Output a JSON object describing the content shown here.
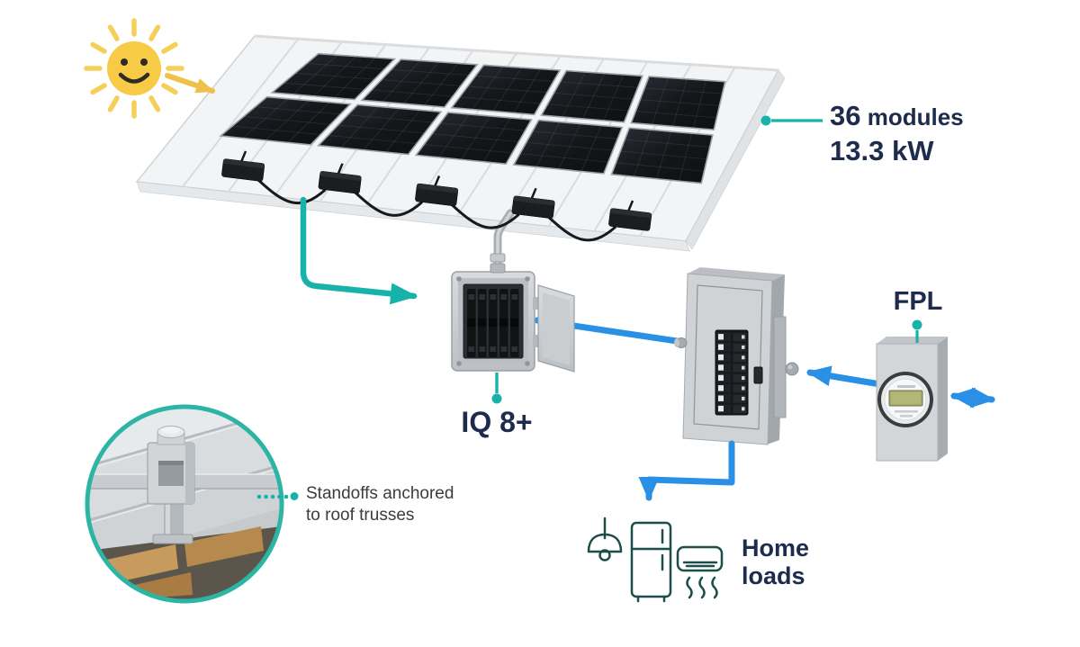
{
  "array_callout": {
    "count": "36",
    "count_unit": "modules",
    "capacity": "13.3 kW"
  },
  "combiner_label": "IQ 8+",
  "utility_label": "FPL",
  "home_loads": {
    "line1": "Home",
    "line2": "loads"
  },
  "standoffs_note": {
    "line1": "Standoffs anchored",
    "line2": "to roof trusses"
  },
  "icons": {
    "sun": "sun-smiley-icon",
    "lamp": "pendant-lamp-icon",
    "fridge": "refrigerator-icon",
    "ac": "air-conditioner-icon"
  },
  "flows": [
    {
      "from": "solar-array",
      "to": "combiner-box",
      "color_name": "teal"
    },
    {
      "from": "combiner-box",
      "to": "load-center",
      "color_name": "blue"
    },
    {
      "from": "utility-meter",
      "to": "load-center",
      "color_name": "blue"
    },
    {
      "from": "utility-meter",
      "to": "grid",
      "color_name": "blue",
      "bidirectional": true
    },
    {
      "from": "load-center",
      "to": "home-loads",
      "color_name": "blue"
    }
  ],
  "colors": {
    "navy_text": "#1d2b4c",
    "gray_text": "#3c3c3c",
    "teal": "#17b3ab",
    "teal_ring": "#2cb4a4",
    "blue": "#2a90e6",
    "sun_yellow": "#f7cb45",
    "ray_yellow": "#f6cf58",
    "arrow_yellow": "#efc04a",
    "loads_icon_teal": "#1d4f4a",
    "panel_dark": "#14161a",
    "metal_gray": "#ccd0d3"
  }
}
